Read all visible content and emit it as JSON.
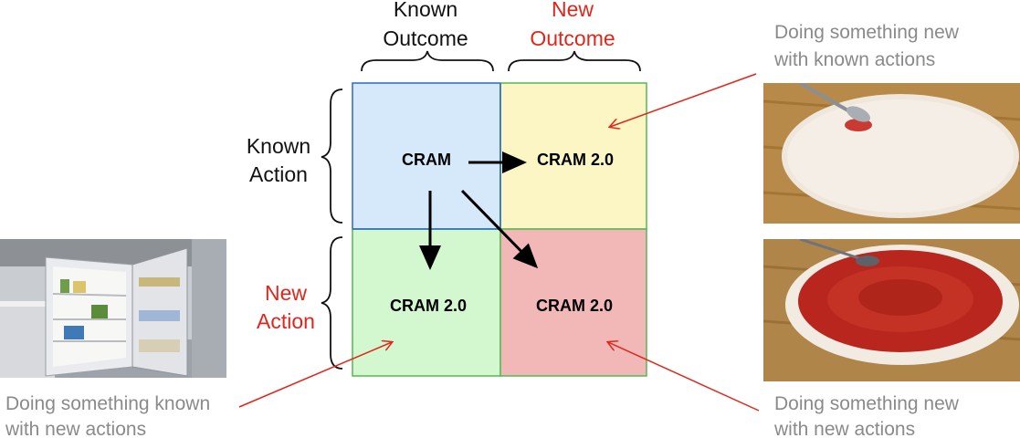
{
  "columns": [
    {
      "line1": "Known",
      "line2": "Outcome",
      "color": "#111111"
    },
    {
      "line1": "New",
      "line2": "Outcome",
      "color": "#e0261b"
    }
  ],
  "rows": [
    {
      "line1": "Known",
      "line2": "Action",
      "color": "#111111"
    },
    {
      "line1": "New",
      "line2": "Action",
      "color": "#e0261b"
    }
  ],
  "cells": {
    "known_known": {
      "label": "CRAM",
      "fill": "#d6e9fb"
    },
    "known_new": {
      "label": "CRAM 2.0",
      "fill": "#fbf6c4"
    },
    "new_known": {
      "label": "CRAM 2.0",
      "fill": "#d3f7cf"
    },
    "new_new": {
      "label": "CRAM 2.0",
      "fill": "#f2b7b7"
    }
  },
  "annotations": {
    "top_right": {
      "line1": "Doing something new",
      "line2": "with known actions"
    },
    "bottom_left": {
      "line1": "Doing something known",
      "line2": "with new actions"
    },
    "bottom_right": {
      "line1": "Doing something new",
      "line2": "with new actions"
    }
  },
  "images": {
    "fridge": "kitchen-fridge-simulation-image",
    "dough_spoon": "pizza-dough-spoon-image",
    "dough_sauce": "pizza-sauce-spread-image"
  },
  "colors": {
    "accent_red": "#e0261b",
    "grid_blue": "#2f66c8",
    "grid_green": "#53b953",
    "annotation_gray": "#8a8a8a"
  }
}
